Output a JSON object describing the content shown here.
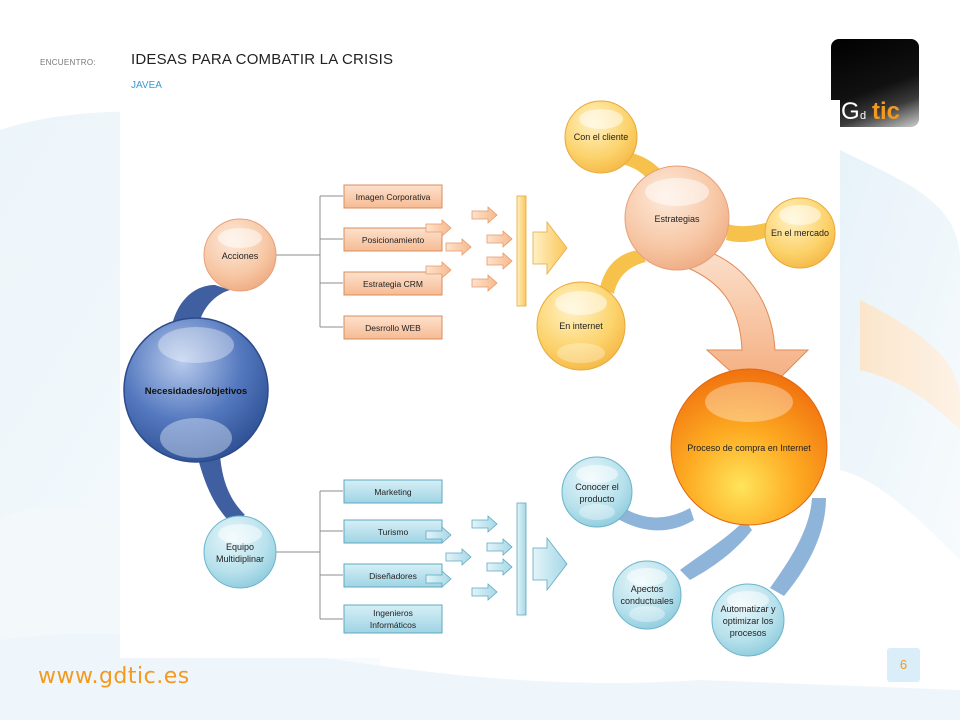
{
  "header": {
    "kicker": "ENCUENTRO:",
    "title": "IDESAS PARA COMBATIR LA CRISIS",
    "subtitle": "JAVEA"
  },
  "logo": {
    "text_g": "G",
    "text_d": "d",
    "text_tic": "tic"
  },
  "diagram": {
    "center_node": "Necesidades/objetivos",
    "top_branch": {
      "node": "Acciones",
      "items": [
        "Imagen Corporativa",
        "Posicionamiento",
        "Estrategia CRM",
        "Desrrollo WEB"
      ]
    },
    "bottom_branch": {
      "node_line1": "Equipo",
      "node_line2": "Multidiplinar",
      "items": [
        "Marketing",
        "Turismo",
        "Diseñadores"
      ],
      "last_item_line1": "Ingenieros",
      "last_item_line2": "Informáticos"
    },
    "strategy": {
      "node": "Estrategias",
      "satellites": [
        "Con el cliente",
        "En el mercado",
        "En internet"
      ]
    },
    "process": {
      "node": "Proceso de compra en Internet",
      "sat1_line1": "Conocer el",
      "sat1_line2": "producto",
      "sat2_line1": "Apectos",
      "sat2_line2": "conductuales",
      "sat3_line1": "Automatizar y",
      "sat3_line2": "optimizar los",
      "sat3_line3": "procesos"
    }
  },
  "footer": {
    "url": "www.gdtic.es",
    "page_number": "6"
  },
  "colors": {
    "accent_orange": "#f39a1e",
    "accent_blue": "#3a9bd5",
    "center_blue": "#4a72b8",
    "peach": "#f6c6a4",
    "teal": "#a9dbe8",
    "yellow": "#fcd66a"
  }
}
